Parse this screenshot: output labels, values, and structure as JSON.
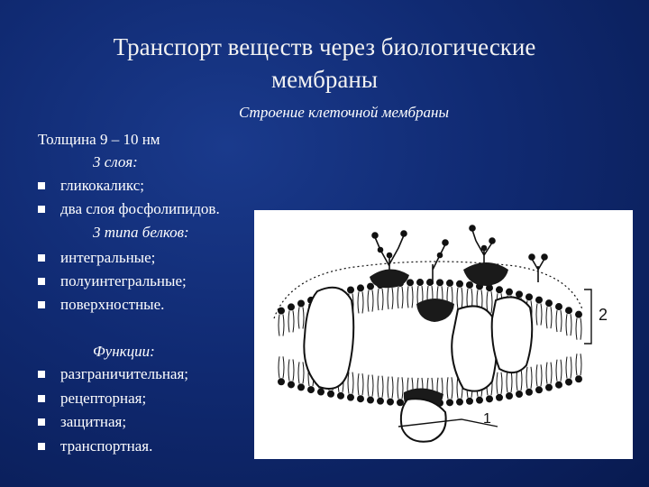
{
  "title_line1": "Транспорт веществ через биологические",
  "title_line2": "мембраны",
  "subtitle": "Строение клеточной мембраны",
  "thickness": "Толщина 9 – 10 нм",
  "layers_heading": "3 слоя:",
  "layers": [
    "гликокаликс;",
    "два слоя фосфолипидов."
  ],
  "proteins_heading": "3 типа белков:",
  "proteins": [
    "интегральные;",
    "полуинтегральные;",
    "поверхностные."
  ],
  "functions_heading": "Функции:",
  "functions": [
    "разграничительная;",
    "рецепторная;",
    "защитная;",
    "транспортная."
  ],
  "diagram": {
    "label_1": "1",
    "label_2": "2"
  }
}
